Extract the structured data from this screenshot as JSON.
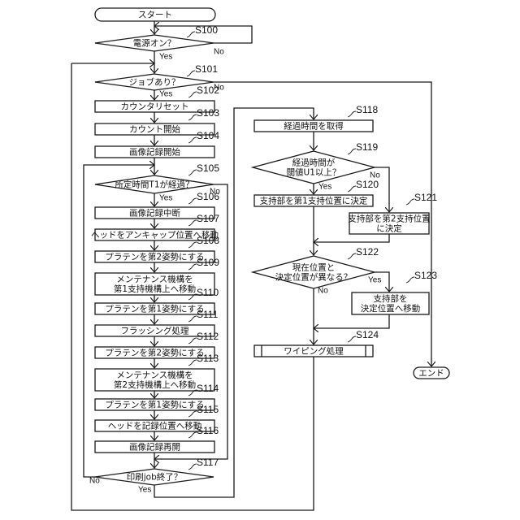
{
  "figure": {
    "terminals": {
      "start": "スタート",
      "end": "エンド"
    },
    "steps": [
      {
        "id": "S100",
        "type": "decision",
        "lines": [
          "電源オン？"
        ],
        "yes": "Yes",
        "no": "No"
      },
      {
        "id": "S101",
        "type": "decision",
        "lines": [
          "ジョブあり？"
        ],
        "yes": "Yes",
        "no": "No"
      },
      {
        "id": "S102",
        "type": "process",
        "lines": [
          "カウンタリセット"
        ]
      },
      {
        "id": "S103",
        "type": "process",
        "lines": [
          "カウント開始"
        ]
      },
      {
        "id": "S104",
        "type": "process",
        "lines": [
          "画像記録開始"
        ]
      },
      {
        "id": "S105",
        "type": "decision",
        "lines": [
          "所定時間T1が経過？"
        ],
        "yes": "Yes",
        "no": "No"
      },
      {
        "id": "S106",
        "type": "process",
        "lines": [
          "画像記録中断"
        ]
      },
      {
        "id": "S107",
        "type": "process",
        "lines": [
          "ヘッドをアンキャップ位置へ移動"
        ]
      },
      {
        "id": "S108",
        "type": "process",
        "lines": [
          "プラテンを第2姿勢にする"
        ]
      },
      {
        "id": "S109",
        "type": "process",
        "lines": [
          "メンテナンス機構を",
          "第1支持機構上へ移動"
        ]
      },
      {
        "id": "S110",
        "type": "process",
        "lines": [
          "プラテンを第1姿勢にする"
        ]
      },
      {
        "id": "S111",
        "type": "process",
        "lines": [
          "フラッシング処理"
        ]
      },
      {
        "id": "S112",
        "type": "process",
        "lines": [
          "プラテンを第2姿勢にする"
        ]
      },
      {
        "id": "S113",
        "type": "process",
        "lines": [
          "メンテナンス機構を",
          "第2支持機構上へ移動"
        ]
      },
      {
        "id": "S114",
        "type": "process",
        "lines": [
          "プラテンを第1姿勢にする"
        ]
      },
      {
        "id": "S115",
        "type": "process",
        "lines": [
          "ヘッドを記録位置へ移動"
        ]
      },
      {
        "id": "S116",
        "type": "process",
        "lines": [
          "画像記録再開"
        ]
      },
      {
        "id": "S117",
        "type": "decision",
        "lines": [
          "印刷job終了？"
        ],
        "yes": "Yes",
        "no": "No"
      },
      {
        "id": "S118",
        "type": "process",
        "lines": [
          "経過時間を取得"
        ]
      },
      {
        "id": "S119",
        "type": "decision",
        "lines": [
          "経過時間が",
          "閾値U1以上？"
        ],
        "yes": "Yes",
        "no": "No"
      },
      {
        "id": "S120",
        "type": "process",
        "lines": [
          "支持部を第1支持位置に決定"
        ]
      },
      {
        "id": "S121",
        "type": "process",
        "lines": [
          "支持部を第2支持位置",
          "に決定"
        ]
      },
      {
        "id": "S122",
        "type": "decision",
        "lines": [
          "現在位置と",
          "決定位置が異なる？"
        ],
        "yes": "Yes",
        "no": "No"
      },
      {
        "id": "S123",
        "type": "process",
        "lines": [
          "支持部を",
          "決定位置へ移動"
        ]
      },
      {
        "id": "S124",
        "type": "subroutine",
        "lines": [
          "ワイピング処理"
        ]
      }
    ]
  }
}
